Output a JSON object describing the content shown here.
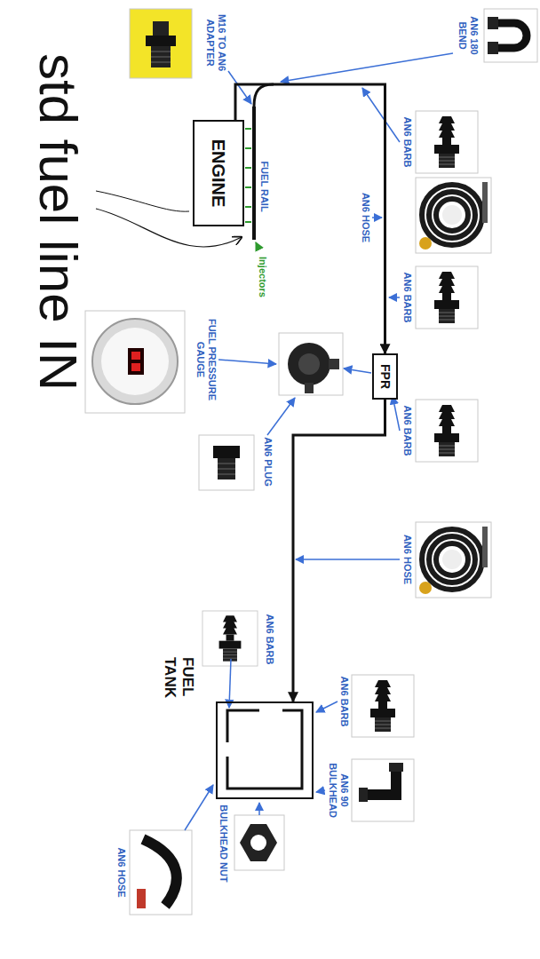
{
  "diagram": {
    "nodes": [
      {
        "text": [
          "ENGINE"
        ]
      },
      {
        "text": [
          "FPR"
        ]
      },
      {
        "text": [
          "FUEL TANK"
        ]
      }
    ],
    "edges": [
      {
        "from": 0,
        "to": 1,
        "arrow": "to"
      },
      {
        "from": 1,
        "to": 2,
        "arrow": "to"
      }
    ],
    "labels": [
      "AN6 180 BEND",
      "AN6 BARB",
      "AN6 HOSE",
      "AN6 BARB",
      "AN6 BARB",
      "AN6 HOSE",
      "M16 TO AN6 ADAPTER",
      "FUEL RAIL",
      "Injectors",
      "FUEL PRESSURE GAUGE",
      "AN6 PLUG",
      "AN6 BARB",
      "AN6 90 BULKHEAD",
      "AN6 BARB",
      "BULKHEAD NUT",
      "AN6 HOSE",
      "std fuel line IN"
    ]
  }
}
